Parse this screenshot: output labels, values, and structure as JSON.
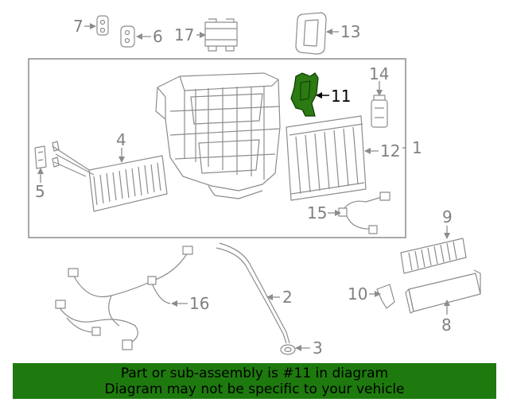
{
  "colors": {
    "line": "#8c8c8c",
    "highlight_fill": "#2b7a12",
    "highlight_stroke": "#0c3a05",
    "banner_bg": "#1e7a0e",
    "callout_text": "#808080",
    "highlight_text": "#000000"
  },
  "diagram": {
    "callouts": [
      {
        "id": "c7",
        "label": "7"
      },
      {
        "id": "c6",
        "label": "6"
      },
      {
        "id": "c17",
        "label": "17"
      },
      {
        "id": "c13",
        "label": "13"
      },
      {
        "id": "c14",
        "label": "14"
      },
      {
        "id": "c11",
        "label": "11",
        "highlighted": true
      },
      {
        "id": "c4",
        "label": "4"
      },
      {
        "id": "c12",
        "label": "12"
      },
      {
        "id": "c1",
        "label": "1"
      },
      {
        "id": "c5",
        "label": "5"
      },
      {
        "id": "c15",
        "label": "15"
      },
      {
        "id": "c9",
        "label": "9"
      },
      {
        "id": "c2",
        "label": "2"
      },
      {
        "id": "c16",
        "label": "16"
      },
      {
        "id": "c10",
        "label": "10"
      },
      {
        "id": "c8",
        "label": "8"
      },
      {
        "id": "c3",
        "label": "3"
      }
    ],
    "highlighted_part": "11"
  },
  "banner": {
    "line1": "Part or sub-assembly is #11 in diagram",
    "line2": "Diagram may not be specific to your vehicle"
  }
}
